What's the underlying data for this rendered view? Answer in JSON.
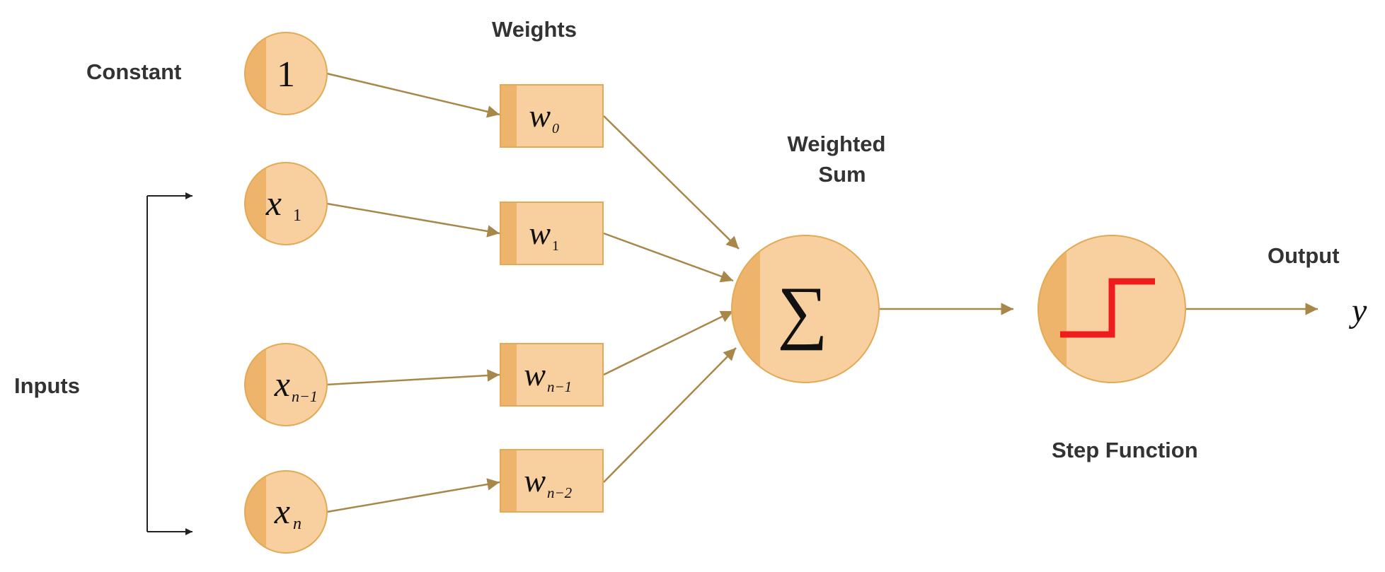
{
  "labels": {
    "weights": "Weights",
    "constant": "Constant",
    "inputs": "Inputs",
    "weighted_sum_line1": "Weighted",
    "weighted_sum_line2": "Sum",
    "output": "Output",
    "step_function": "Step Function",
    "output_symbol": "y"
  },
  "nodes": {
    "constant": {
      "symbol": "1"
    },
    "x1": {
      "base": "x",
      "sub": "1"
    },
    "xn1": {
      "base": "x",
      "sub": "n−1"
    },
    "xn": {
      "base": "x",
      "sub": "n"
    },
    "sum": {
      "symbol": "∑"
    }
  },
  "weights": {
    "w0": {
      "base": "w",
      "sub": "0"
    },
    "w1": {
      "base": "w",
      "sub": "1"
    },
    "wn1": {
      "base": "w",
      "sub": "n−1"
    },
    "wn2": {
      "base": "w",
      "sub": "n−2"
    }
  },
  "colors": {
    "node_fill": "#f8cf9e",
    "node_stroke": "#e3a955",
    "node_stripe": "#efb46c",
    "arrow": "#a8884a",
    "step_line": "#ee1c1c",
    "bracket": "#222222"
  }
}
